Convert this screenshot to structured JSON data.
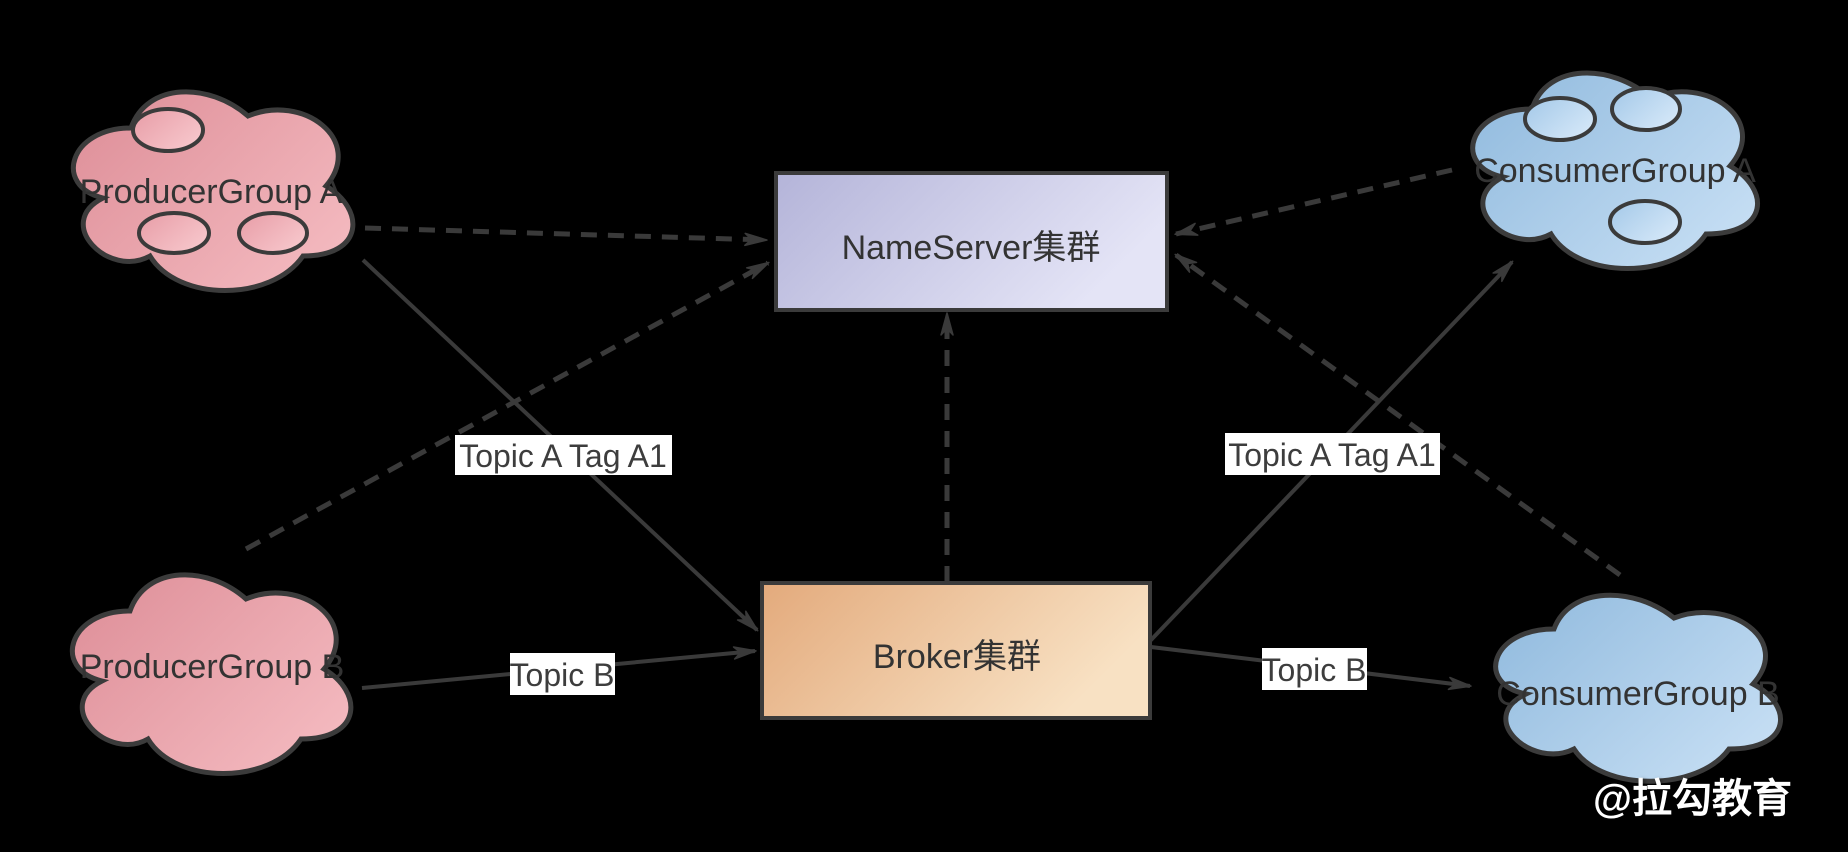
{
  "diagram": {
    "type": "rocketmq-architecture",
    "watermark": "@拉勾教育"
  },
  "nodes": {
    "producer_group_a": {
      "label": "ProducerGroup A",
      "shape": "cloud",
      "instance_ellipses": 3
    },
    "producer_group_b": {
      "label": "ProducerGroup B",
      "shape": "cloud",
      "instance_ellipses": 0
    },
    "name_server": {
      "label": "NameServer集群",
      "shape": "rect"
    },
    "broker": {
      "label": "Broker集群",
      "shape": "rect"
    },
    "consumer_group_a": {
      "label": "ConsumerGroup A",
      "shape": "cloud",
      "instance_ellipses": 3
    },
    "consumer_group_b": {
      "label": "ConsumerGroup B",
      "shape": "cloud",
      "instance_ellipses": 0
    }
  },
  "edges": [
    {
      "from": "ProducerGroup A",
      "to": "NameServer集群",
      "style": "dashed",
      "label": ""
    },
    {
      "from": "ProducerGroup B",
      "to": "NameServer集群",
      "style": "dashed",
      "label": ""
    },
    {
      "from": "Broker集群",
      "to": "NameServer集群",
      "style": "dashed",
      "label": ""
    },
    {
      "from": "ConsumerGroup A",
      "to": "NameServer集群",
      "style": "dashed",
      "label": ""
    },
    {
      "from": "ConsumerGroup B",
      "to": "NameServer集群",
      "style": "dashed",
      "label": ""
    },
    {
      "from": "ProducerGroup A",
      "to": "Broker集群",
      "style": "solid",
      "label": "Topic A Tag A1"
    },
    {
      "from": "ProducerGroup B",
      "to": "Broker集群",
      "style": "solid",
      "label": "Topic B"
    },
    {
      "from": "Broker集群",
      "to": "ConsumerGroup A",
      "style": "solid",
      "label": "Topic A Tag A1"
    },
    {
      "from": "Broker集群",
      "to": "ConsumerGroup B",
      "style": "solid",
      "label": "Topic B"
    }
  ],
  "colors": {
    "background": "#000000",
    "producer_cloud_dark": "#dd8d97",
    "producer_cloud_light": "#f3b8be",
    "consumer_cloud_dark": "#8fb9dd",
    "consumer_cloud_light": "#c4ddf3",
    "name_server_dark": "#b4b4d9",
    "name_server_light": "#e4e4f6",
    "broker_dark": "#e3aa7c",
    "broker_light": "#f8e1c3",
    "stroke": "#3b3b3b",
    "edge": "#3a3a3a",
    "edge_label_bg": "#ffffff",
    "text": "#333333",
    "watermark": "#ffffff"
  }
}
